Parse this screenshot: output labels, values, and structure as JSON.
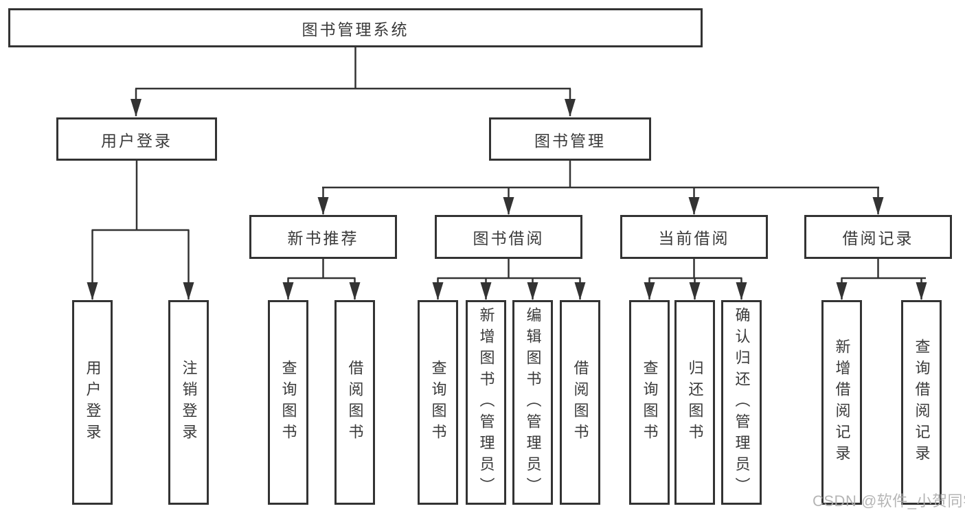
{
  "root": {
    "label": "图书管理系统"
  },
  "level2": {
    "user_login": {
      "label": "用户登录"
    },
    "book_mgmt": {
      "label": "图书管理"
    }
  },
  "level3": {
    "new_books": {
      "label": "新书推荐"
    },
    "book_borrow": {
      "label": "图书借阅"
    },
    "current_borrow": {
      "label": "当前借阅"
    },
    "borrow_records": {
      "label": "借阅记录"
    }
  },
  "leaves": {
    "user_login": [
      "用户登录",
      "注销登录"
    ],
    "new_books": [
      "查询图书",
      "借阅图书"
    ],
    "book_borrow": [
      "查询图书",
      "新增图书（管理员）",
      "编辑图书（管理员）",
      "借阅图书"
    ],
    "current_borrow": [
      "查询图书",
      "归还图书",
      "确认归还（管理员）"
    ],
    "borrow_records": [
      "新增借阅记录",
      "查询借阅记录"
    ]
  },
  "watermark": {
    "text": "CSDN @软件_小贺同学"
  },
  "colors": {
    "line": "#333333",
    "box_border": "#333333",
    "box_fill": "#ffffff",
    "text": "#3a3a3a",
    "watermark": "#aeaeae",
    "background": "#ffffff"
  }
}
